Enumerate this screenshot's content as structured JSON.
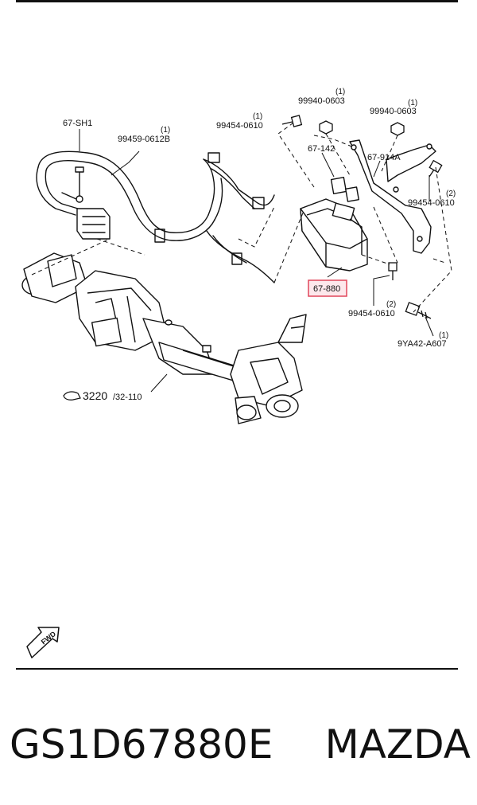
{
  "parts": {
    "harness": "67-SH1",
    "bolt_left": "99459-0612B",
    "bolt_left_qty": "(1)",
    "bolt_center": "99454-0610",
    "bolt_center_qty": "(1)",
    "nut_top_a": "99940-0603",
    "nut_top_a_qty": "(1)",
    "nut_top_b": "99940-0603",
    "nut_top_b_qty": "(1)",
    "connector": "67-142",
    "bracket": "67-914A",
    "bolt_right": "99454-0610",
    "bolt_right_qty": "(2)",
    "module": "67-880",
    "bolt_lower": "99454-0610",
    "bolt_lower_qty": "(2)",
    "bolt_far": "9YA42-A607",
    "bolt_far_qty": "(1)",
    "steering_ref": "3220",
    "steering_ref_sub": "/32-110",
    "fwd": "FWD"
  },
  "colors": {
    "highlight": "#e0475b"
  },
  "footer": {
    "part_number": "GS1D67880E",
    "brand": "MAZDA"
  }
}
